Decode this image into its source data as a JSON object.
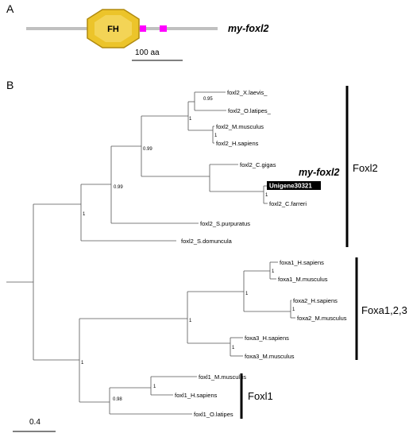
{
  "panel_a": {
    "label": "A",
    "gene_name": "my-foxl2",
    "domain_label": "FH",
    "scale_label": "100 aa"
  },
  "panel_b": {
    "label": "B",
    "gene_label": "my-foxl2",
    "scale_label": "0.4",
    "clades": [
      "Foxl2",
      "Foxa1,2,3",
      "Foxl1"
    ],
    "leaves": [
      "foxl2_X.laevis_",
      "foxl2_O.latipes_",
      "foxl2_M.musculus",
      "foxl2_H.sapiens",
      "foxl2_C.gigas",
      "Unigene30321",
      "foxl2_C.farreri",
      "foxl2_S.purpuratus",
      "foxl2_S.domuncula",
      "foxa1_H.sapiens",
      "foxa1_M.musculus",
      "foxa2_H.sapiens",
      "foxa2_M.musculus",
      "foxa3_H.sapiens",
      "foxa3_M.musculus",
      "foxl1_M.musculus",
      "foxl1_H.sapiens",
      "foxl1_O.latipes"
    ],
    "supports": [
      "0.95",
      "1",
      "1",
      "0.99",
      "1",
      "0.99",
      "1",
      "1",
      "1",
      "1",
      "1",
      "1",
      "1",
      "1",
      "0.98"
    ]
  },
  "colors": {
    "domain_fill": "#ecc42a",
    "domain_stroke": "#b08a10",
    "motif": "#ff00ff",
    "backbone": "#c0c0c0",
    "highlight": "#000000"
  }
}
